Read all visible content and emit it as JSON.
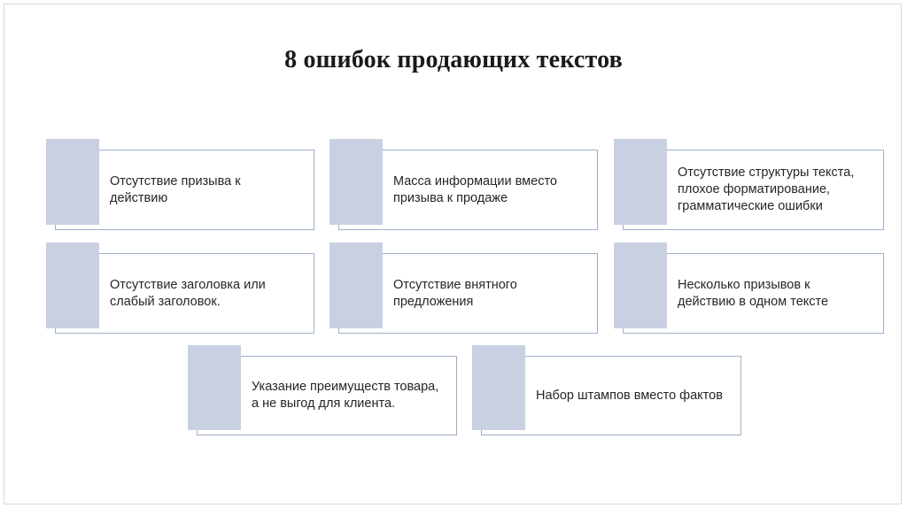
{
  "title": "8 ошибок продающих текстов",
  "accent_color": "#c8d0e1",
  "border_color": "#9fb0cc",
  "items": [
    {
      "text": "Отсутствие призыва к\nдействию"
    },
    {
      "text": "Масса информации вместо\nпризыва к продаже"
    },
    {
      "text": "Отсутствие структуры текста,\nплохое форматирование,\nграмматические ошибки"
    },
    {
      "text": "Отсутствие заголовка или\nслабый заголовок."
    },
    {
      "text": "Отсутствие внятного\nпредложения"
    },
    {
      "text": "Несколько призывов к\nдействию в одном тексте"
    },
    {
      "text": "Указание преимуществ товара,\nа не выгод для клиента."
    },
    {
      "text": "Набор штампов вместо фактов"
    }
  ]
}
